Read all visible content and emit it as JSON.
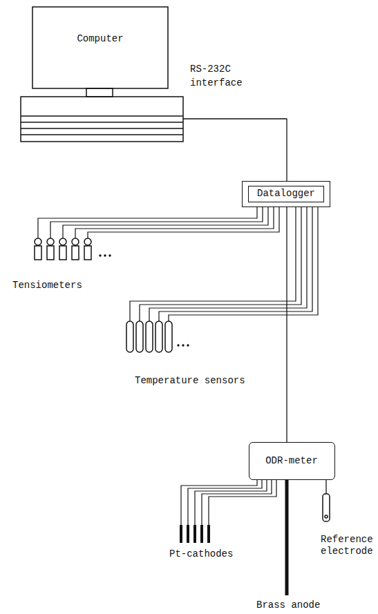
{
  "diagram": {
    "nodes": [
      {
        "text": [
          "Computer"
        ]
      },
      {
        "text": [
          "Datalogger"
        ]
      },
      {
        "text": [
          "Tensiometers"
        ]
      },
      {
        "text": [
          "Temperature sensors"
        ]
      },
      {
        "text": [
          "ODR-meter"
        ]
      },
      {
        "text": [
          "Pt-cathodes"
        ]
      },
      {
        "text": [
          "Brass anode"
        ]
      },
      {
        "text": [
          "Reference electrode"
        ]
      }
    ],
    "edges": [
      {
        "from": 0,
        "to": 1,
        "label": "RS-232C interface",
        "arrow": "none"
      },
      {
        "from": 1,
        "to": 2,
        "arrow": "none"
      },
      {
        "from": 1,
        "to": 3,
        "arrow": "none"
      },
      {
        "from": 1,
        "to": 4,
        "arrow": "none"
      },
      {
        "from": 4,
        "to": 5,
        "arrow": "none"
      },
      {
        "from": 4,
        "to": 6,
        "arrow": "none"
      },
      {
        "from": 4,
        "to": 7,
        "arrow": "none"
      }
    ]
  }
}
